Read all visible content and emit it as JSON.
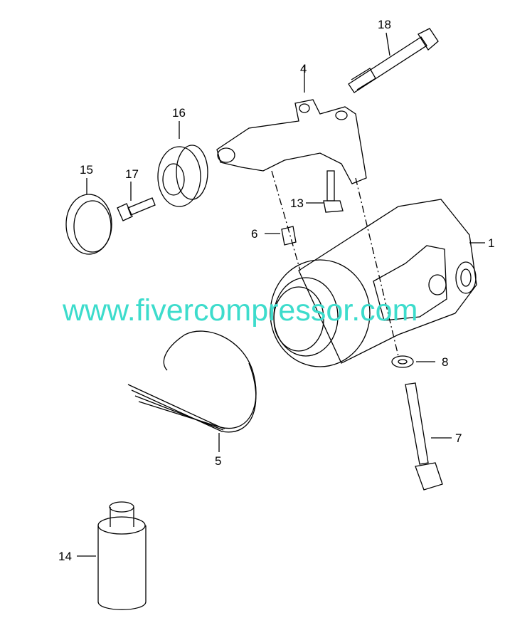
{
  "diagram": {
    "callouts": {
      "p1": "1",
      "p4": "4",
      "p5": "5",
      "p6": "6",
      "p7": "7",
      "p8": "8",
      "p13": "13",
      "p14": "14",
      "p15": "15",
      "p16": "16",
      "p17": "17",
      "p18": "18"
    },
    "watermark": "www.fivercompressor.com",
    "colors": {
      "watermark": "#3ddccc",
      "line": "#000000"
    }
  }
}
